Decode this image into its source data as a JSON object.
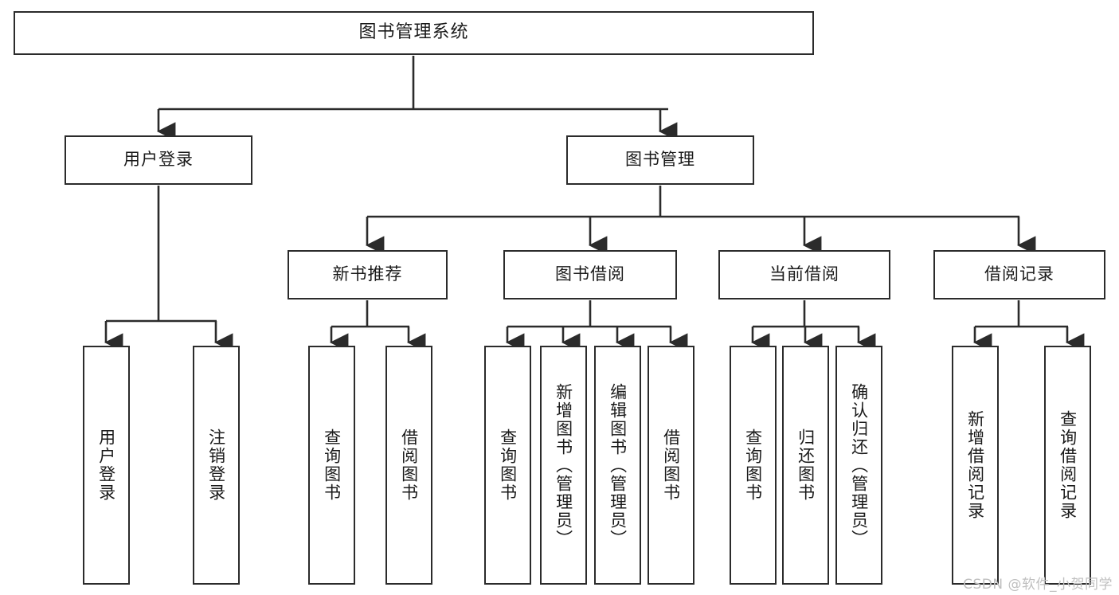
{
  "diagram": {
    "title": "图书管理系统",
    "type": "tree-hierarchy-chart",
    "root": {
      "label": "图书管理系统"
    },
    "level2": [
      {
        "label": "用户登录"
      },
      {
        "label": "图书管理"
      }
    ],
    "level3": [
      {
        "label": "新书推荐"
      },
      {
        "label": "图书借阅"
      },
      {
        "label": "当前借阅"
      },
      {
        "label": "借阅记录"
      }
    ],
    "leaves": {
      "user_login": [
        {
          "label": "用户登录"
        },
        {
          "label": "注销登录"
        }
      ],
      "new_book_recommend": [
        {
          "label": "查询图书"
        },
        {
          "label": "借阅图书"
        }
      ],
      "book_borrow": [
        {
          "label": "查询图书"
        },
        {
          "label": "新增图书（管理员）"
        },
        {
          "label": "编辑图书（管理员）"
        },
        {
          "label": "借阅图书"
        }
      ],
      "current_borrow": [
        {
          "label": "查询图书"
        },
        {
          "label": "归还图书"
        },
        {
          "label": "确认归还（管理员）"
        }
      ],
      "borrow_record": [
        {
          "label": "新增借阅记录"
        },
        {
          "label": "查询借阅记录"
        }
      ]
    }
  },
  "watermark": "CSDN @软件_小贺同学",
  "colors": {
    "stroke": "#2b2b2b",
    "background": "#ffffff",
    "text": "#1a1a1a",
    "watermark": "#bfbfbf"
  }
}
